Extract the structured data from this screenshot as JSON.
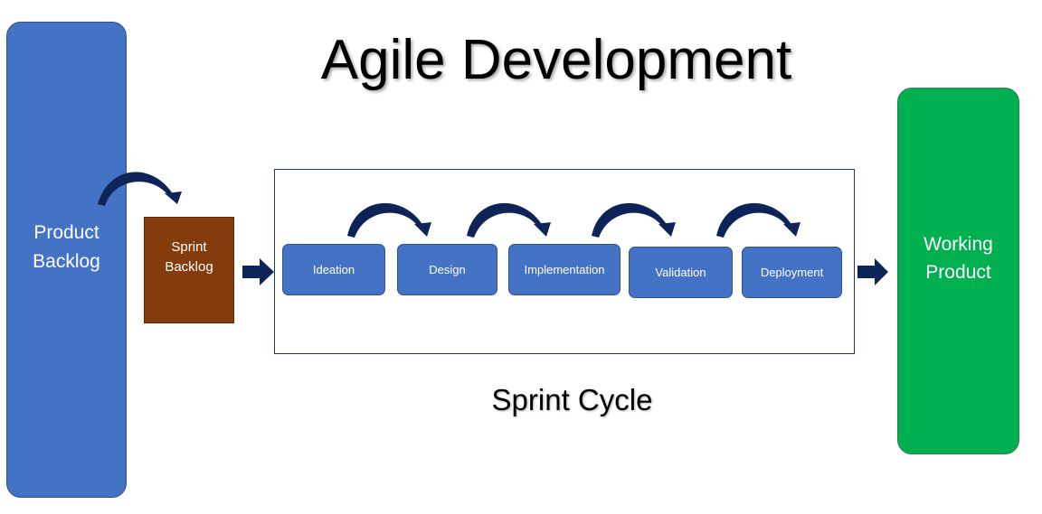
{
  "title": "Agile Development",
  "product_backlog": {
    "label": "Product\nBacklog",
    "color": "#4472C4"
  },
  "sprint_backlog": {
    "label": "Sprint\nBacklog",
    "color": "#843C0C"
  },
  "working_product": {
    "label": "Working\nProduct",
    "color": "#00B050"
  },
  "sprint_cycle": {
    "label": "Sprint Cycle",
    "steps": [
      {
        "label": "Ideation"
      },
      {
        "label": "Design"
      },
      {
        "label": "Implementation"
      },
      {
        "label": "Validation"
      },
      {
        "label": "Deployment"
      }
    ]
  },
  "arrow_color": "#0E2459"
}
